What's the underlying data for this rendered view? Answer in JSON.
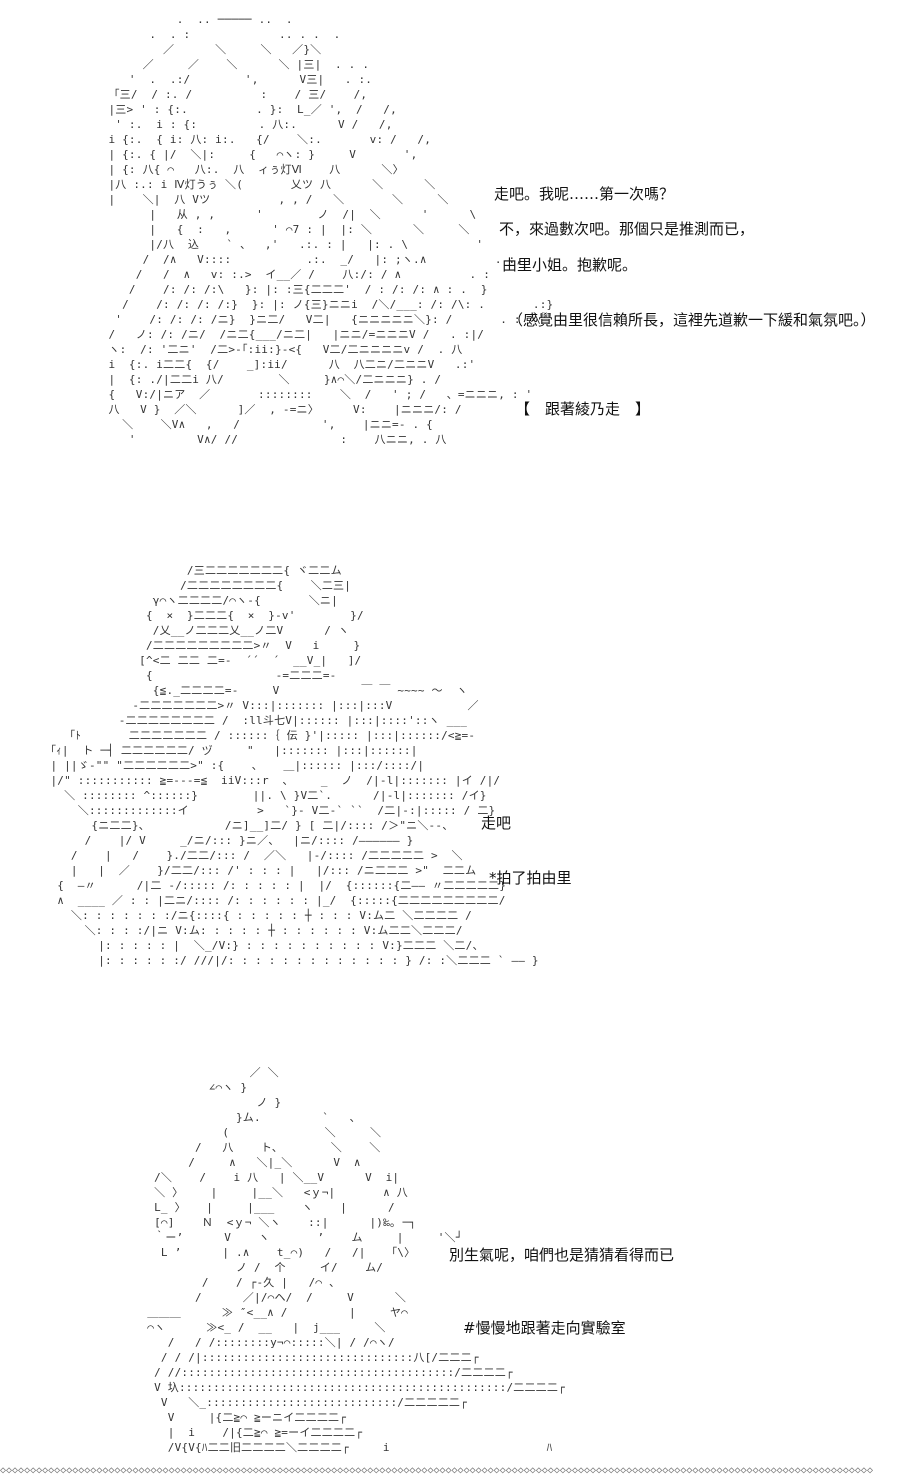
{
  "panels": [
    {
      "lines": [
        "走吧。我呢……第一次嗎？",
        "不，來過數次吧。那個只是推測而已，",
        "由里小姐。抱歉呢。",
        "（感覺由里很信賴所長，這裡先道歉一下緩和氣氛吧。）",
        "【　跟著綾乃走　】"
      ]
    },
    {
      "lines": [
        "走吧",
        "*拍了拍由里"
      ]
    },
    {
      "lines": [
        "別生氣呢，咱們也是猜猜看得而已",
        "#慢慢地跟著走向實驗室"
      ]
    }
  ],
  "divider_pattern": "◇◇◇◇◇◇◇◇◇◇◇◇◇◇◇◇◇◇◇◇◇◇◇◇◇◇◇◇◇◇◇◇◇◇◇◇◇◇◇◇◇◇◇◇◇◇◇◇◇◇◇◇◇◇◇◇◇◇◇◇◇◇◇◇◇◇◇◇◇◇◇◇◇◇◇◇◇◇◇◇◇◇◇◇◇◇◇◇◇◇◇◇◇◇◇◇◇◇◇◇◇◇◇◇◇◇◇◇◇◇◇◇◇◇◇◇◇◇◇◇◇◇◇◇◇◇◇◇◇◇◇◇◇◇◇◇◇◇◇◇◇◇◇◇◇"
}
